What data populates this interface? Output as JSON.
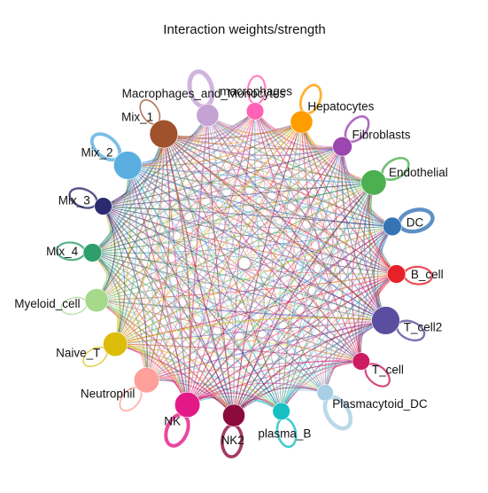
{
  "title": "Interaction weights/strength",
  "nodes": [
    {
      "name": "macrophages",
      "color": "#ff63b5",
      "size": 0.35,
      "self_weight": 0.3
    },
    {
      "name": "Hepatocytes",
      "color": "#ff9c00",
      "size": 0.6,
      "self_weight": 0.45
    },
    {
      "name": "Fibroblasts",
      "color": "#9c47b0",
      "size": 0.45,
      "self_weight": 0.4
    },
    {
      "name": "Endothelial",
      "color": "#4caf50",
      "size": 0.75,
      "self_weight": 0.4
    },
    {
      "name": "DC",
      "color": "#3474b5",
      "size": 0.4,
      "self_weight": 0.85
    },
    {
      "name": "B_cell",
      "color": "#e8202a",
      "size": 0.4,
      "self_weight": 0.3
    },
    {
      "name": "T_cell2",
      "color": "#5b4da0",
      "size": 0.9,
      "self_weight": 0.35
    },
    {
      "name": "T_cell",
      "color": "#cc1a63",
      "size": 0.35,
      "self_weight": 0.3
    },
    {
      "name": "Plasmacytoid_DC",
      "color": "#a9cfe6",
      "size": 0.3,
      "self_weight": 0.9
    },
    {
      "name": "plasma_B",
      "color": "#17bfc3",
      "size": 0.35,
      "self_weight": 0.4
    },
    {
      "name": "NK2",
      "color": "#8b0a3d",
      "size": 0.6,
      "self_weight": 0.65
    },
    {
      "name": "NK",
      "color": "#e31987",
      "size": 0.75,
      "self_weight": 0.75
    },
    {
      "name": "Neutrophil",
      "color": "#ffa09a",
      "size": 0.75,
      "self_weight": 0.2
    },
    {
      "name": "Naive_T",
      "color": "#dbbd0a",
      "size": 0.7,
      "self_weight": 0.1
    },
    {
      "name": "Myeloid_cell",
      "color": "#a6d98a",
      "size": 0.65,
      "self_weight": 0.1
    },
    {
      "name": "Mix_4",
      "color": "#2e9e6b",
      "size": 0.4,
      "self_weight": 0.3
    },
    {
      "name": "Mix_3",
      "color": "#2a2a6e",
      "size": 0.35,
      "self_weight": 0.35
    },
    {
      "name": "Mix_2",
      "color": "#5aaee0",
      "size": 0.9,
      "self_weight": 0.7
    },
    {
      "name": "Mix_1",
      "color": "#a0522d",
      "size": 0.9,
      "self_weight": 0.15
    },
    {
      "name": "Macrophages_and_Monocytes",
      "color": "#c4a3d4",
      "size": 0.6,
      "self_weight": 1.0
    }
  ]
}
